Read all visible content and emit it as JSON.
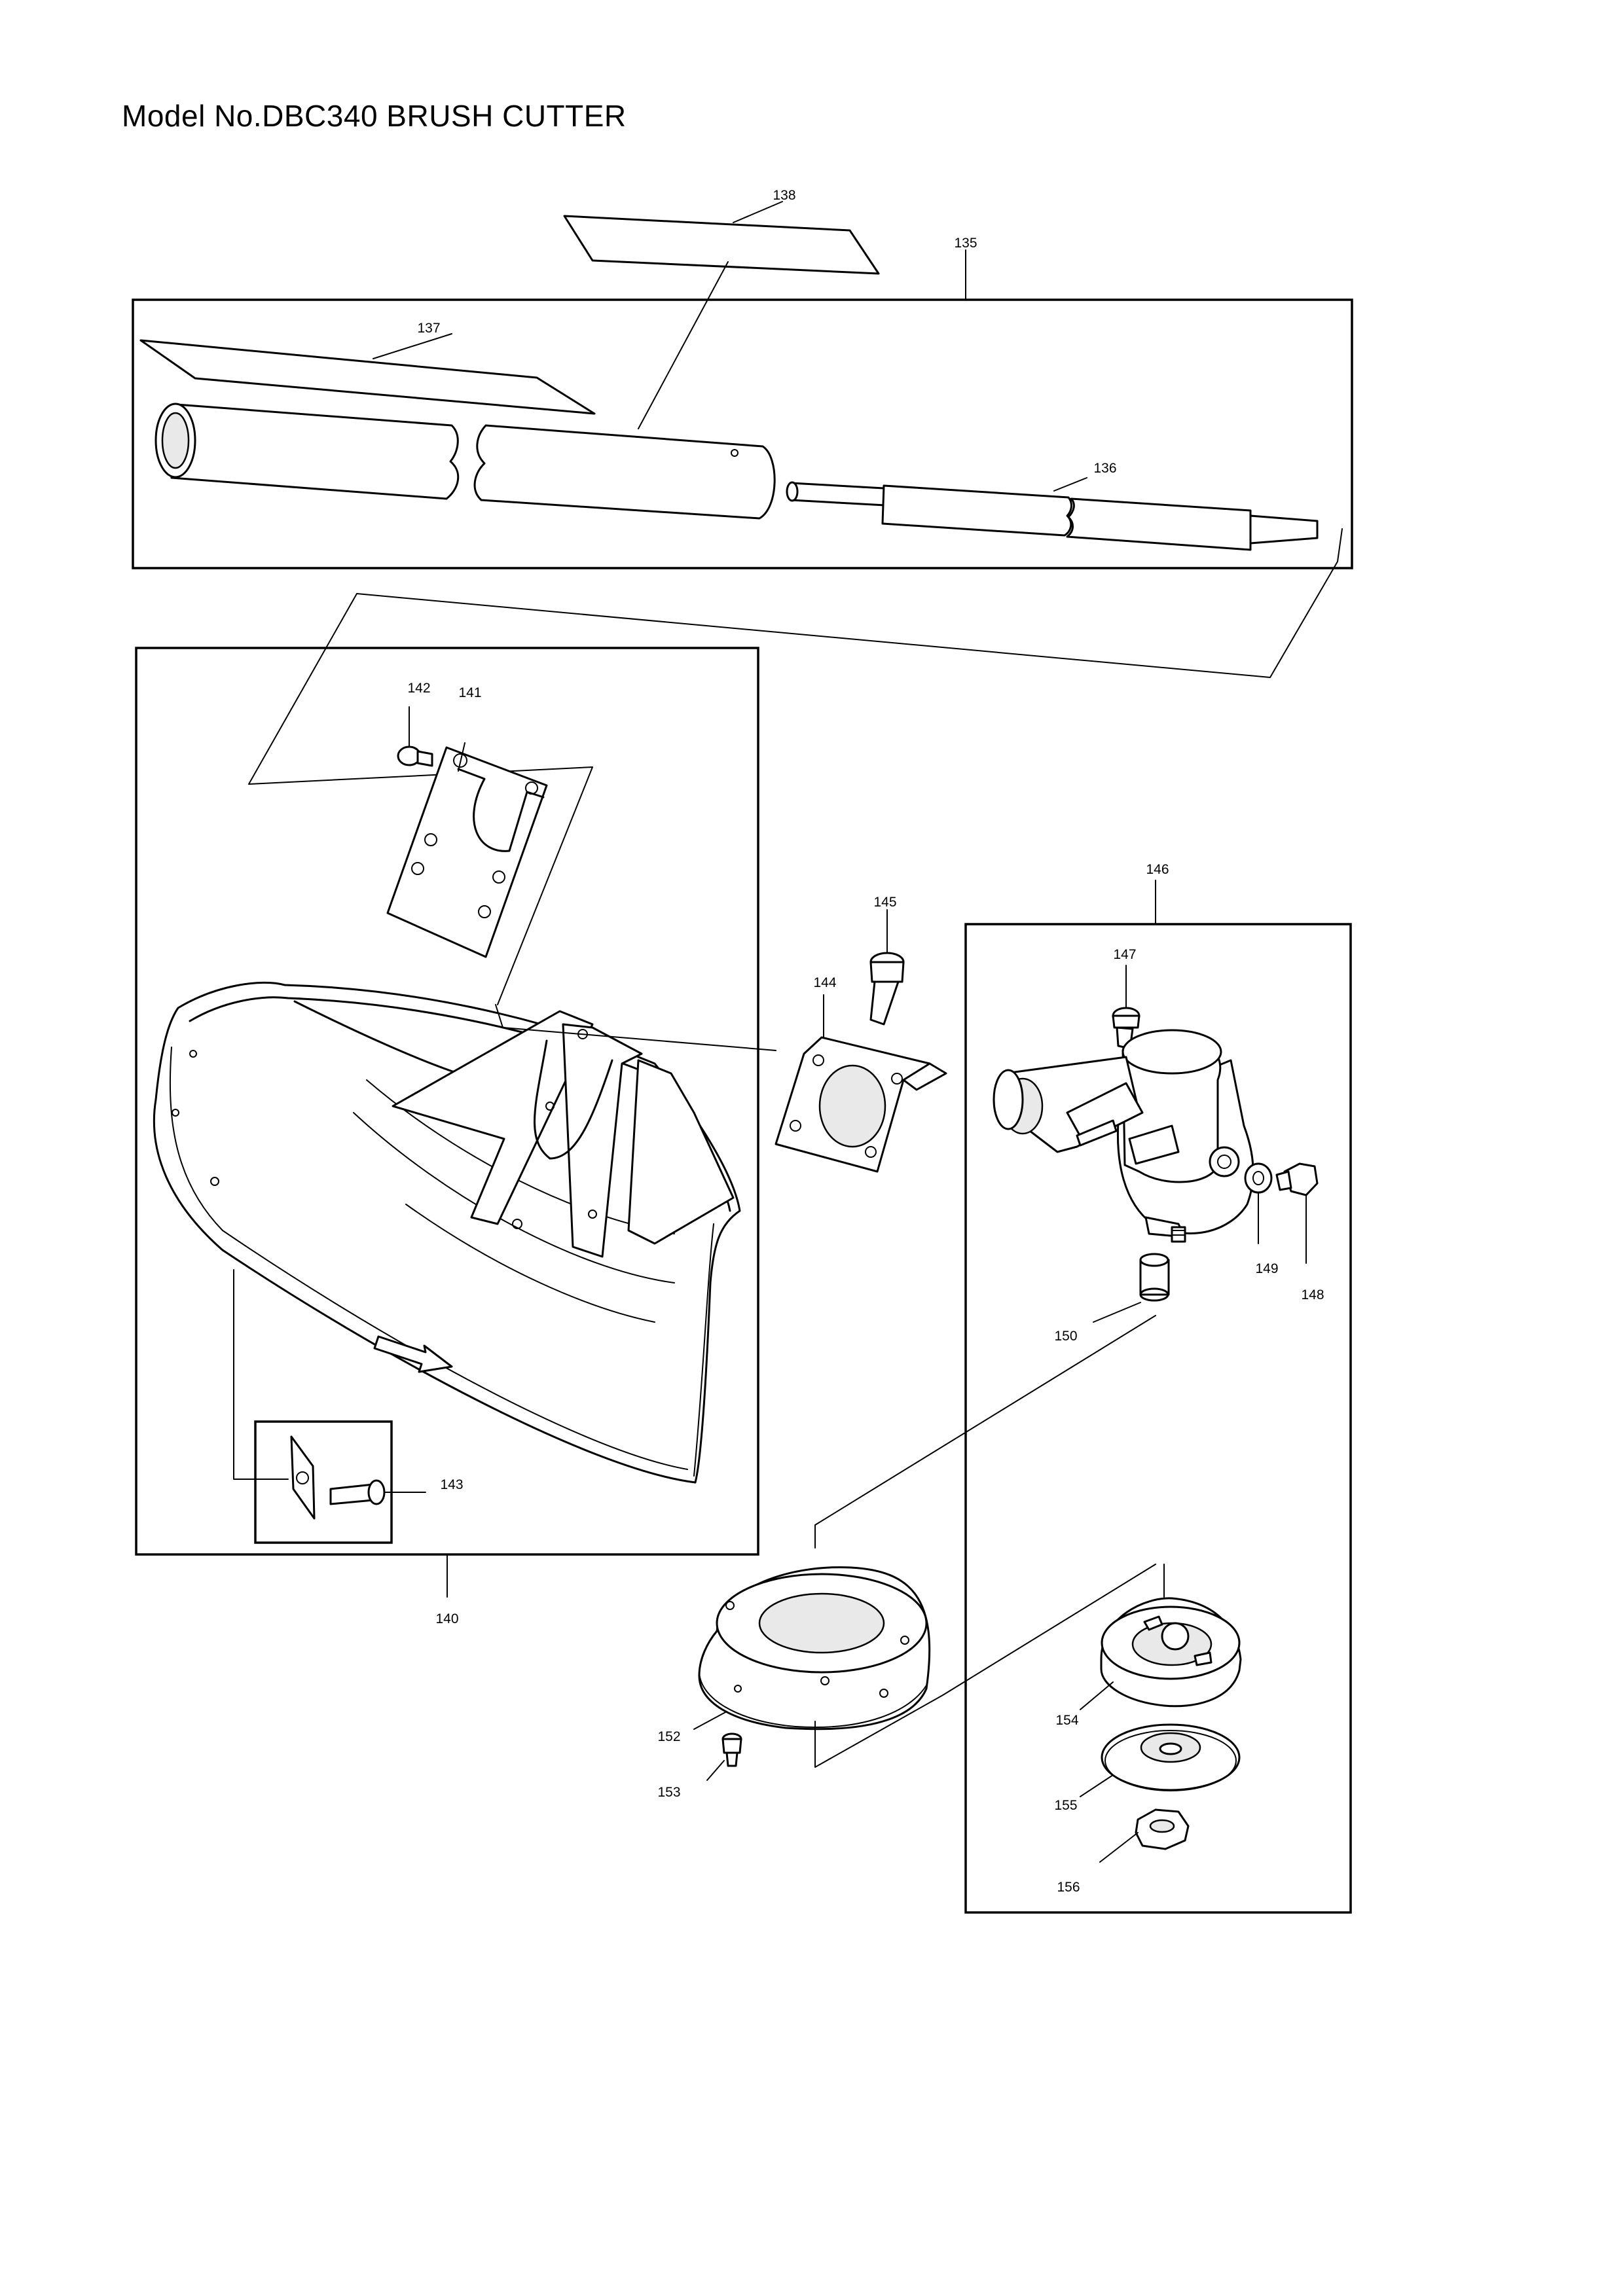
{
  "title": "Model No.DBC340 BRUSH CUTTER",
  "parts": {
    "p135": "135",
    "p136": "136",
    "p137": "137",
    "p138": "138",
    "p140": "140",
    "p141": "141",
    "p142": "142",
    "p143": "143",
    "p144": "144",
    "p145": "145",
    "p146": "146",
    "p147": "147",
    "p148": "148",
    "p149": "149",
    "p150": "150",
    "p152": "152",
    "p153": "153",
    "p154": "154",
    "p155": "155",
    "p156": "156"
  }
}
